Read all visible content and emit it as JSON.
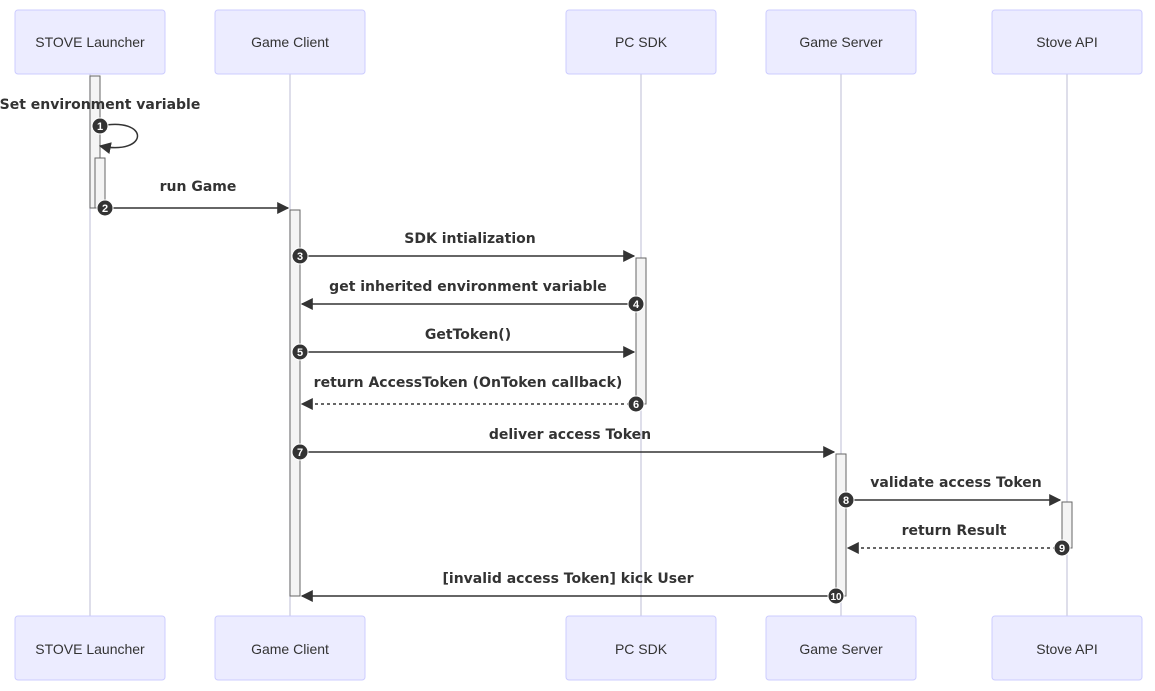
{
  "diagram": {
    "type": "sequence",
    "participants": [
      {
        "id": "launcher",
        "label": "STOVE Launcher"
      },
      {
        "id": "client",
        "label": "Game Client"
      },
      {
        "id": "sdk",
        "label": "PC SDK"
      },
      {
        "id": "server",
        "label": "Game Server"
      },
      {
        "id": "api",
        "label": "Stove API"
      }
    ],
    "messages": [
      {
        "number": "1",
        "from": "launcher",
        "to": "launcher",
        "label": "Set environment variable",
        "style": "solid"
      },
      {
        "number": "2",
        "from": "launcher",
        "to": "client",
        "label": "run Game",
        "style": "solid"
      },
      {
        "number": "3",
        "from": "client",
        "to": "sdk",
        "label": "SDK intialization",
        "style": "solid"
      },
      {
        "number": "4",
        "from": "sdk",
        "to": "client",
        "label": "get inherited environment variable",
        "style": "solid"
      },
      {
        "number": "5",
        "from": "client",
        "to": "sdk",
        "label": "GetToken()",
        "style": "solid"
      },
      {
        "number": "6",
        "from": "sdk",
        "to": "client",
        "label": "return AccessToken (OnToken callback)",
        "style": "dotted"
      },
      {
        "number": "7",
        "from": "client",
        "to": "server",
        "label": "deliver access Token",
        "style": "solid"
      },
      {
        "number": "8",
        "from": "server",
        "to": "api",
        "label": "validate access Token",
        "style": "solid"
      },
      {
        "number": "9",
        "from": "api",
        "to": "server",
        "label": "return Result",
        "style": "dotted"
      },
      {
        "number": "10",
        "from": "server",
        "to": "client",
        "label": "[invalid access Token] kick User",
        "style": "solid"
      }
    ]
  },
  "colors": {
    "actor_fill": "#ECECFF",
    "actor_border": "#CCCCFF",
    "lifeline": "#C8C8DC",
    "line": "#333333",
    "activation_fill": "#F4F4F4"
  }
}
